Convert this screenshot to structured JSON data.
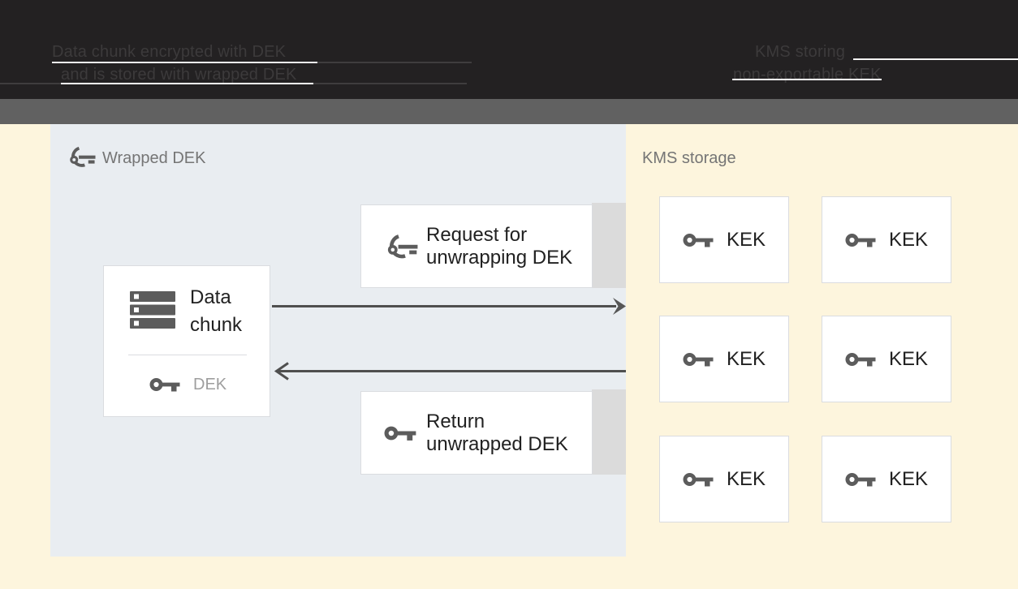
{
  "captions": {
    "left": {
      "line1": "Data chunk encrypted with DEK",
      "line2": "and is stored with wrapped DEK"
    },
    "right": {
      "line1": "KMS storing",
      "line2": "non-exportable KEK"
    }
  },
  "wrapped_dek_panel": {
    "title": "Wrapped DEK"
  },
  "data_chunk_box": {
    "line1": "Data",
    "line2": "chunk",
    "dek_label": "DEK"
  },
  "request_box": {
    "line1": "Request for",
    "line2": "unwrapping DEK"
  },
  "return_box": {
    "line1": "Return",
    "line2": "unwrapped DEK"
  },
  "kms_panel": {
    "title": "KMS storage",
    "kek_boxes": [
      {
        "label": "KEK"
      },
      {
        "label": "KEK"
      },
      {
        "label": "KEK"
      },
      {
        "label": "KEK"
      },
      {
        "label": "KEK"
      },
      {
        "label": "KEK"
      }
    ]
  },
  "icons": {
    "wrapped_key": "wrapped-key-icon",
    "solid_key": "key-icon",
    "data_chunk": "storage-stack-icon"
  },
  "colors": {
    "header_bg": "#232122",
    "divider_band": "#616161",
    "canvas_bg": "#fdf5dd",
    "panel_bg": "#e9edf1",
    "box_border": "#dadce0",
    "edge_strip": "#dbdbdb",
    "icon_gray": "#5c5c5c",
    "arrow": "#4f4f4f",
    "text_dark": "#212121",
    "text_gray": "#757575",
    "text_muted": "#9e9e9e",
    "caption_text": "#3c3a3b"
  }
}
